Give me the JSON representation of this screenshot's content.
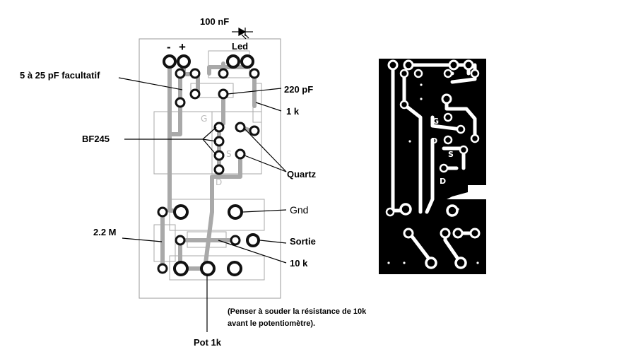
{
  "labels": {
    "minus": "-",
    "plus": "+",
    "cap_100nf": "100 nF",
    "led": "Led",
    "trimmer": "5 à 25 pF facultatif",
    "cap_220pf": "220 pF",
    "res_1k": "1 k",
    "bf245": "BF245",
    "quartz": "Quartz",
    "gnd": "Gnd",
    "res_2m2": "2.2 M",
    "sortie": "Sortie",
    "res_10k": "10 k",
    "pot": "Pot 1k"
  },
  "note": {
    "line1": "(Penser à souder la résistance de 10k",
    "line2": "avant le potentiomètre)."
  },
  "silkscreen": {
    "gate": "G",
    "source": "S",
    "drain": "D"
  },
  "copper": {
    "gate": "G",
    "drain": "D",
    "source": "S",
    "drain2": "D"
  }
}
